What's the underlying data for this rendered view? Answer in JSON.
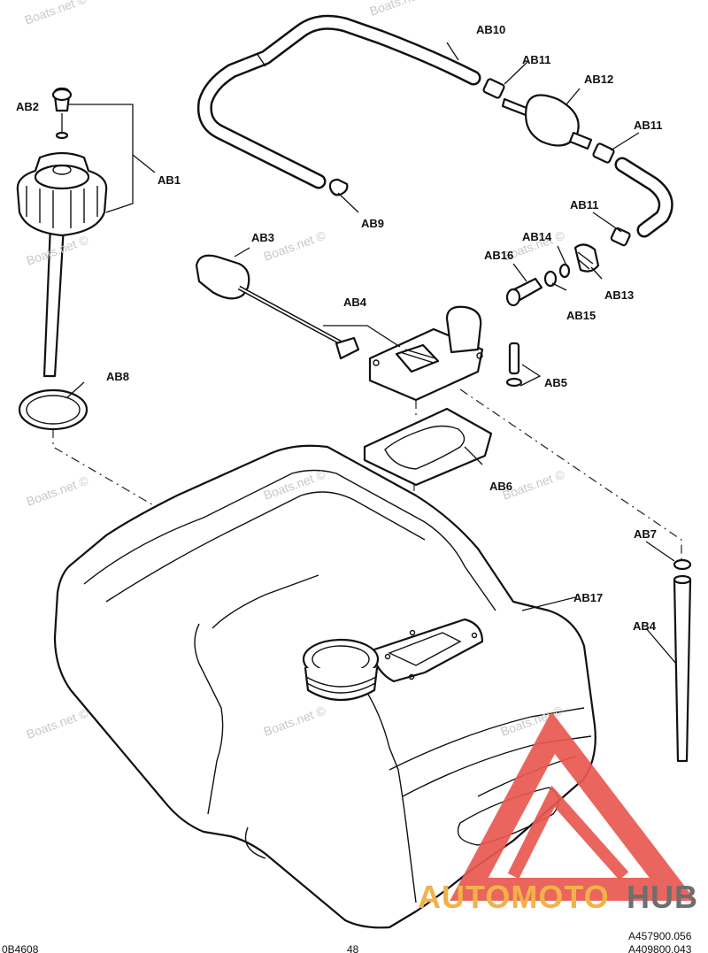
{
  "labels": {
    "ab1": "AB1",
    "ab2": "AB2",
    "ab3": "AB3",
    "ab4_top": "AB4",
    "ab4_side": "AB4",
    "ab5": "AB5",
    "ab6": "AB6",
    "ab7": "AB7",
    "ab8": "AB8",
    "ab9": "AB9",
    "ab10": "AB10",
    "ab11_a": "AB11",
    "ab11_b": "AB11",
    "ab11_c": "AB11",
    "ab12": "AB12",
    "ab13": "AB13",
    "ab14": "AB14",
    "ab15": "AB15",
    "ab16": "AB16",
    "ab17": "AB17"
  },
  "watermark": {
    "text": "Boats.net ©"
  },
  "footer": {
    "left_code": "0B4608",
    "page_number": "48",
    "right_code_1": "A457900.056",
    "right_code_2": "A409800.043"
  },
  "logo": {
    "part1": "AUTOMOTO",
    "part2": "HUB",
    "colors": {
      "red": "#e8584f",
      "orange": "#f2b24a",
      "gray": "#6e6e6e"
    }
  }
}
